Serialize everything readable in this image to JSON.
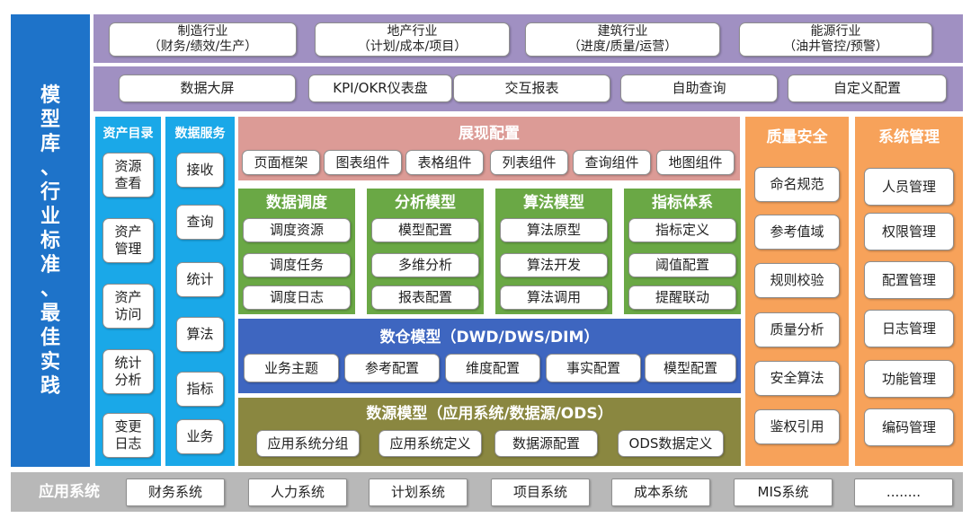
{
  "left_sidebar": {
    "label": "模型库\n、\n行业标准\n、\n最佳实践"
  },
  "industries": [
    "制造行业\n（财务/绩效/生产）",
    "地产行业\n（计划/成本/项目）",
    "建筑行业\n（进度/质量/运营）",
    "能源行业\n（油井管控/预警）"
  ],
  "apps": [
    "数据大屏",
    "KPI/OKR仪表盘",
    "交互报表",
    "自助查询",
    "自定义配置"
  ],
  "asset_catalog": {
    "title": "资产目录",
    "items": [
      "资源\n查看",
      "资产\n管理",
      "资产\n访问",
      "统计\n分析",
      "变更\n日志"
    ]
  },
  "data_service": {
    "title": "数据服务",
    "items": [
      "接收",
      "查询",
      "统计",
      "算法",
      "指标",
      "业务"
    ]
  },
  "display_config": {
    "title": "展现配置",
    "items": [
      "页面框架",
      "图表组件",
      "表格组件",
      "列表组件",
      "查询组件",
      "地图组件"
    ]
  },
  "green_groups": [
    {
      "title": "数据调度",
      "items": [
        "调度资源",
        "调度任务",
        "调度日志"
      ]
    },
    {
      "title": "分析模型",
      "items": [
        "模型配置",
        "多维分析",
        "报表配置"
      ]
    },
    {
      "title": "算法模型",
      "items": [
        "算法原型",
        "算法开发",
        "算法调用"
      ]
    },
    {
      "title": "指标体系",
      "items": [
        "指标定义",
        "阈值配置",
        "提醒联动"
      ]
    }
  ],
  "warehouse": {
    "title": "数仓模型（DWD/DWS/DIM）",
    "items": [
      "业务主题",
      "参考配置",
      "维度配置",
      "事实配置",
      "模型配置"
    ]
  },
  "datasource": {
    "title": "数源模型（应用系统/数据源/ODS）",
    "items": [
      "应用系统分组",
      "应用系统定义",
      "数据源配置",
      "ODS数据定义"
    ]
  },
  "quality": {
    "title": "质量安全",
    "items": [
      "命名规范",
      "参考值域",
      "规则校验",
      "质量分析",
      "安全算法",
      "鉴权引用"
    ]
  },
  "system_mgmt": {
    "title": "系统管理",
    "items": [
      "人员管理",
      "权限管理",
      "配置管理",
      "日志管理",
      "功能管理",
      "编码管理"
    ]
  },
  "app_systems": {
    "title": "应用系统",
    "items": [
      "财务系统",
      "人力系统",
      "计划系统",
      "项目系统",
      "成本系统",
      "MIS系统",
      "........"
    ]
  },
  "colors": {
    "blue": "#1e73c9",
    "cyan": "#1aa8e8",
    "purple": "#a090c2",
    "salmon": "#dc9b96",
    "green": "#6aa845",
    "navy": "#3e66c0",
    "olive": "#8a8740",
    "orange": "#f7a25a",
    "gray": "#b8b8b8"
  }
}
